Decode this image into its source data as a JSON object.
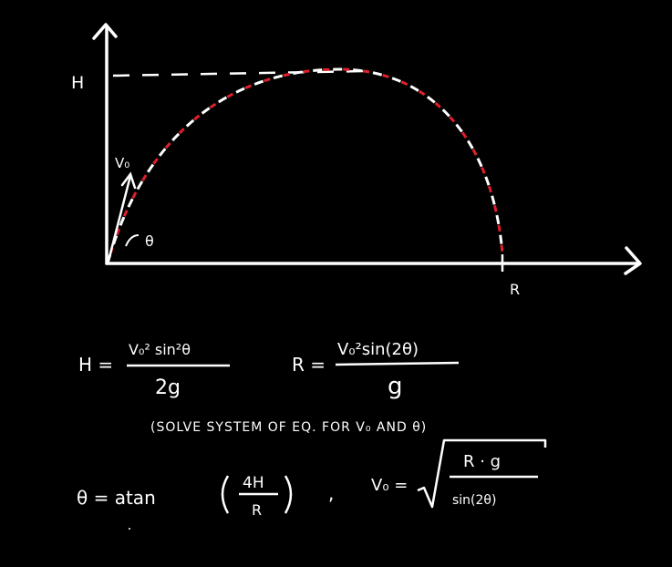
{
  "colors": {
    "background": "#000000",
    "ink": "#ffffff",
    "trajectory_accent": "#e0202a"
  },
  "diagram": {
    "height_label": "H",
    "range_label": "R",
    "velocity_label": "V₀",
    "angle_label": "θ"
  },
  "formulas": {
    "height": {
      "lhs": "H =",
      "numerator": "V₀² sin²θ",
      "denominator": "2g"
    },
    "range": {
      "lhs": "R =",
      "numerator": "V₀²sin(2θ)",
      "denominator": "g"
    },
    "note": "(SOLVE SYSTEM OF EQ. FOR V₀ AND θ)",
    "theta": {
      "lhs": "θ = atan",
      "numerator": "4H",
      "denominator": "R"
    },
    "separator": ",",
    "velocity": {
      "lhs": "V₀ =",
      "numerator": "R · g",
      "denominator": "sin(2θ)"
    }
  }
}
